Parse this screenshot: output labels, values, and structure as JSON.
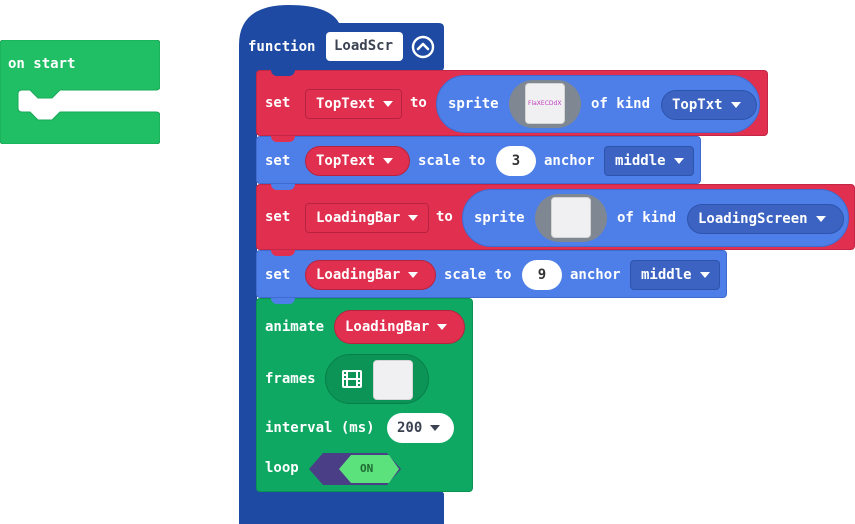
{
  "on_start": {
    "label": "on start"
  },
  "function_block": {
    "keyword": "function",
    "name": "LoadScr",
    "collapse_icon": "chevron-up-icon"
  },
  "statements": [
    {
      "set": "set",
      "variable": "TopText",
      "to": "to",
      "sprite_label": "sprite",
      "sprite_image_text": "FlaXECDdX",
      "of_kind": "of kind",
      "kind": "TopTxt"
    },
    {
      "set": "set",
      "variable": "TopText",
      "scale_to": "scale to",
      "scale": "3",
      "anchor_label": "anchor",
      "anchor": "middle"
    },
    {
      "set": "set",
      "variable": "LoadingBar",
      "to": "to",
      "sprite_label": "sprite",
      "of_kind": "of kind",
      "kind": "LoadingScreen"
    },
    {
      "set": "set",
      "variable": "LoadingBar",
      "scale_to": "scale to",
      "scale": "9",
      "anchor_label": "anchor",
      "anchor": "middle"
    }
  ],
  "animate": {
    "animate_label": "animate",
    "variable": "LoadingBar",
    "frames_label": "frames",
    "frames_icon": "film-icon",
    "interval_label": "interval (ms)",
    "interval": "200",
    "loop_label": "loop",
    "loop_value": "ON"
  },
  "colors": {
    "green": "#20bf65",
    "function_blue": "#1f4aa3",
    "sprite_red": "#e1304f",
    "scene_blue": "#4e7ee8",
    "animate_green": "#0fa863",
    "toggle_purple": "#4a3f86",
    "toggle_on": "#5be27c"
  }
}
